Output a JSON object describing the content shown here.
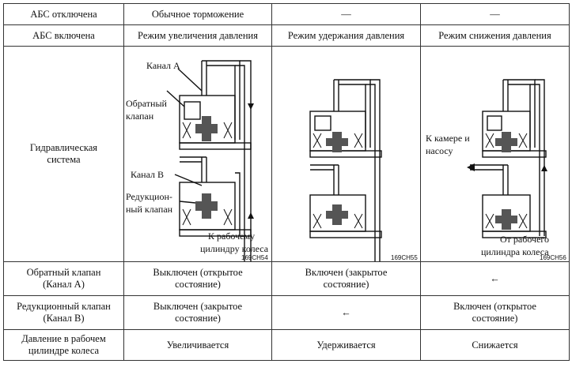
{
  "rows": {
    "abs_off": {
      "label": "АБС отключена",
      "col1": "Обычное торможение",
      "col2": "—",
      "col3": "—"
    },
    "abs_on": {
      "label": "АБС включена",
      "col1": "Режим увеличения давления",
      "col2": "Режим удержания давления",
      "col3": "Режим снижения давления"
    },
    "hydraulic": {
      "label_line1": "Гидравлическая",
      "label_line2": "система",
      "d1": {
        "channel_a": "Канал А",
        "check_valve_1": "Обратный",
        "check_valve_2": "клапан",
        "channel_b": "Канал В",
        "reduction_valve_1": "Редукцион-",
        "reduction_valve_2": "ный клапан",
        "to_cylinder_1": "К рабочему",
        "to_cylinder_2": "цилиндру колеса",
        "code": "169CH54"
      },
      "d2": {
        "code": "169CH55"
      },
      "d3": {
        "to_chamber_1": "К камере и",
        "to_chamber_2": "насосу",
        "from_cylinder_1": "От рабочего",
        "from_cylinder_2": "цилиндра колеса",
        "code": "169CH56"
      }
    },
    "check_valve": {
      "label_line1": "Обратный клапан",
      "label_line2": "(Канал А)",
      "col1_line1": "Выключен (открытое",
      "col1_line2": "состояние)",
      "col2_line1": "Включен (закрытое",
      "col2_line2": "состояние)",
      "col3": "←"
    },
    "reduction_valve": {
      "label_line1": "Редукционный клапан",
      "label_line2": "(Канал В)",
      "col1_line1": "Выключен (закрытое",
      "col1_line2": "состояние)",
      "col2": "←",
      "col3_line1": "Включен (открытое",
      "col3_line2": "состояние)"
    },
    "pressure": {
      "label_line1": "Давление в рабочем",
      "label_line2": "цилиндре колеса",
      "col1": "Увеличивается",
      "col2": "Удерживается",
      "col3": "Снижается"
    }
  }
}
